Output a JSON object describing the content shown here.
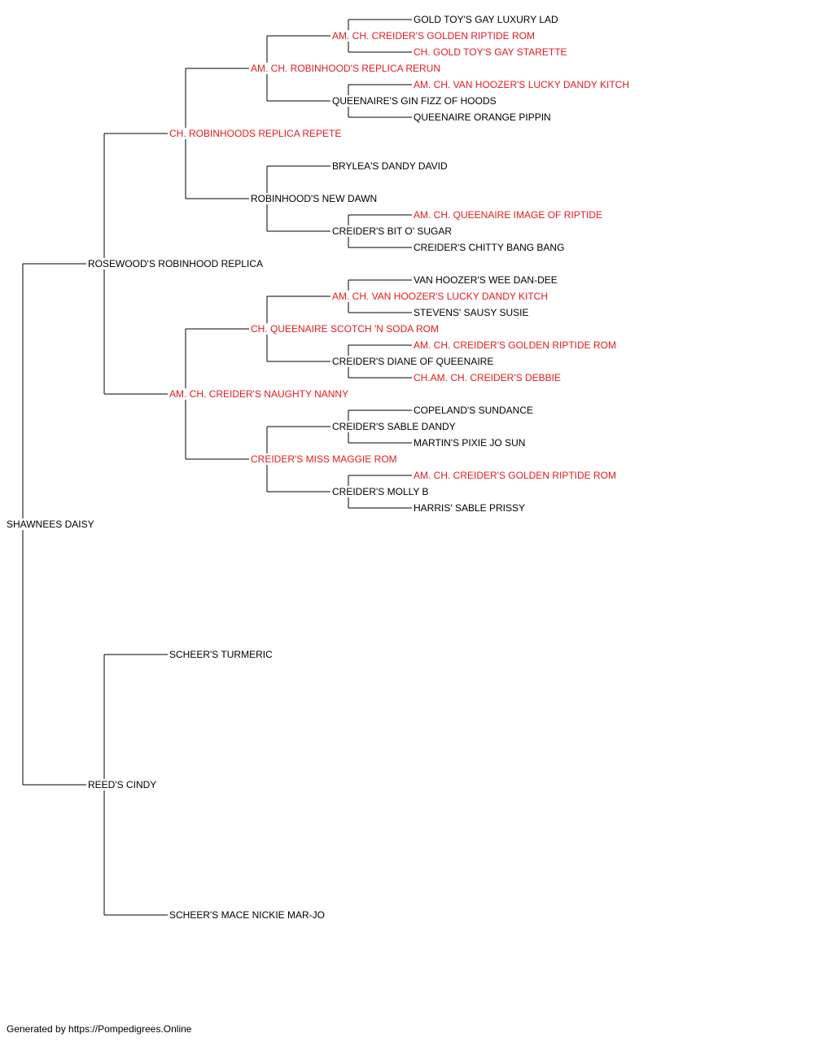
{
  "highlight_color": "#e8191d",
  "text_color": "#000000",
  "footer": "Generated by https://Pompedigrees.Online",
  "subject": {
    "name": "SHAWNEES DAISY",
    "titled": false
  },
  "pedigree": [
    {
      "gen": 1,
      "slot": 0,
      "name": "ROSEWOOD'S ROBINHOOD REPLICA",
      "titled": false
    },
    {
      "gen": 1,
      "slot": 1,
      "name": "REED'S CINDY",
      "titled": false
    },
    {
      "gen": 2,
      "slot": 0,
      "name": "CH. ROBINHOODS REPLICA REPETE",
      "titled": true
    },
    {
      "gen": 2,
      "slot": 1,
      "name": "AM. CH. CREIDER'S NAUGHTY NANNY",
      "titled": true
    },
    {
      "gen": 2,
      "slot": 2,
      "name": "SCHEER'S TURMERIC",
      "titled": false
    },
    {
      "gen": 2,
      "slot": 3,
      "name": "SCHEER'S MACE NICKIE MAR-JO",
      "titled": false
    },
    {
      "gen": 3,
      "slot": 0,
      "name": "AM. CH. ROBINHOOD'S REPLICA RERUN",
      "titled": true
    },
    {
      "gen": 3,
      "slot": 1,
      "name": "ROBINHOOD'S NEW DAWN",
      "titled": false
    },
    {
      "gen": 3,
      "slot": 2,
      "name": "CH. QUEENAIRE SCOTCH 'N SODA ROM",
      "titled": true
    },
    {
      "gen": 3,
      "slot": 3,
      "name": "CREIDER'S MISS MAGGIE ROM",
      "titled": true
    },
    {
      "gen": 4,
      "slot": 0,
      "name": "AM. CH. CREIDER'S GOLDEN RIPTIDE ROM",
      "titled": true
    },
    {
      "gen": 4,
      "slot": 1,
      "name": "QUEENAIRE'S GIN FIZZ OF HOODS",
      "titled": false
    },
    {
      "gen": 4,
      "slot": 2,
      "name": "BRYLEA'S DANDY DAVID",
      "titled": false
    },
    {
      "gen": 4,
      "slot": 3,
      "name": "CREIDER'S BIT O' SUGAR",
      "titled": false
    },
    {
      "gen": 4,
      "slot": 4,
      "name": "AM. CH. VAN HOOZER'S LUCKY DANDY KITCH",
      "titled": true
    },
    {
      "gen": 4,
      "slot": 5,
      "name": "CREIDER'S DIANE OF QUEENAIRE",
      "titled": false
    },
    {
      "gen": 4,
      "slot": 6,
      "name": "CREIDER'S SABLE DANDY",
      "titled": false
    },
    {
      "gen": 4,
      "slot": 7,
      "name": "CREIDER'S MOLLY B",
      "titled": false
    },
    {
      "gen": 5,
      "slot": 0,
      "name": "GOLD TOY'S GAY LUXURY LAD",
      "titled": false
    },
    {
      "gen": 5,
      "slot": 1,
      "name": "CH. GOLD TOY'S GAY STARETTE",
      "titled": true
    },
    {
      "gen": 5,
      "slot": 2,
      "name": "AM. CH. VAN HOOZER'S LUCKY DANDY KITCH",
      "titled": true
    },
    {
      "gen": 5,
      "slot": 3,
      "name": "QUEENAIRE ORANGE PIPPIN",
      "titled": false
    },
    {
      "gen": 5,
      "slot": 6,
      "name": "AM. CH. QUEENAIRE IMAGE OF RIPTIDE",
      "titled": true
    },
    {
      "gen": 5,
      "slot": 7,
      "name": "CREIDER'S CHITTY BANG BANG",
      "titled": false
    },
    {
      "gen": 5,
      "slot": 8,
      "name": "VAN HOOZER'S WEE DAN-DEE",
      "titled": false
    },
    {
      "gen": 5,
      "slot": 9,
      "name": "STEVENS' SAUSY SUSIE",
      "titled": false
    },
    {
      "gen": 5,
      "slot": 10,
      "name": "AM. CH. CREIDER'S GOLDEN RIPTIDE ROM",
      "titled": true
    },
    {
      "gen": 5,
      "slot": 11,
      "name": "CH.AM. CH. CREIDER'S DEBBIE",
      "titled": true
    },
    {
      "gen": 5,
      "slot": 12,
      "name": "COPELAND'S SUNDANCE",
      "titled": false
    },
    {
      "gen": 5,
      "slot": 13,
      "name": "MARTIN'S PIXIE JO SUN",
      "titled": false
    },
    {
      "gen": 5,
      "slot": 14,
      "name": "AM. CH. CREIDER'S GOLDEN RIPTIDE ROM",
      "titled": true
    },
    {
      "gen": 5,
      "slot": 15,
      "name": "HARRIS' SABLE PRISSY",
      "titled": false
    }
  ]
}
